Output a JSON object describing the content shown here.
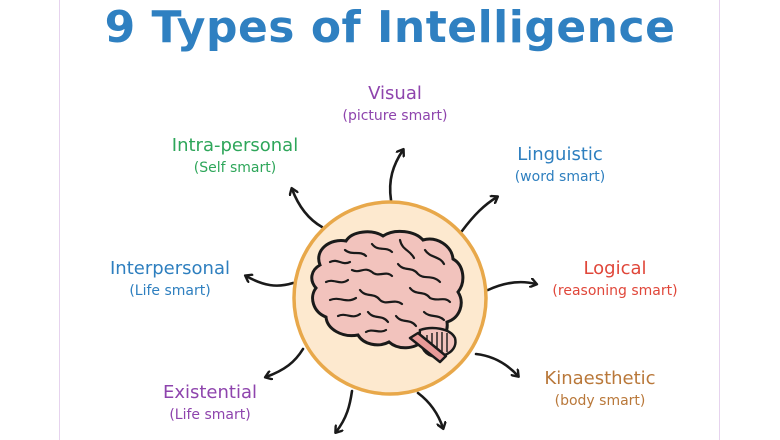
{
  "title": "9 Types of Intelligence",
  "colors": {
    "title": "#2f80c1",
    "frame": "#e6d3ee",
    "circle_fill": "#fde9cf",
    "circle_stroke": "#e8a84a",
    "brain_fill": "#f2c3bd",
    "arrow": "#1a1a1a"
  },
  "center": {
    "icon": "brain-icon"
  },
  "intelligences": [
    {
      "id": "visual",
      "name": "Visual",
      "sub": "(picture smart)",
      "color": "#8e44ad"
    },
    {
      "id": "linguistic",
      "name": "Linguistic",
      "sub": "(word smart)",
      "color": "#2e7fbf"
    },
    {
      "id": "logical",
      "name": "Logical",
      "sub": "(reasoning smart)",
      "color": "#e0473a"
    },
    {
      "id": "kinaesthetic",
      "name": "Kinaesthetic",
      "sub": "(body smart)",
      "color": "#b9783a"
    },
    {
      "id": "existential",
      "name": "Existential",
      "sub": "(Life smart)",
      "color": "#8e44ad"
    },
    {
      "id": "interpersonal",
      "name": "Interpersonal",
      "sub": "(Life smart)",
      "color": "#2e7fbf"
    },
    {
      "id": "intrapersonal",
      "name": "Intra-personal",
      "sub": "(Self smart)",
      "color": "#2ea65a"
    }
  ]
}
